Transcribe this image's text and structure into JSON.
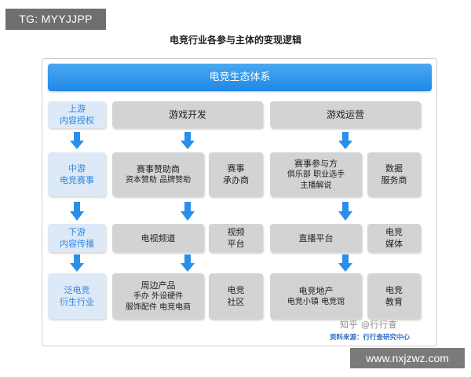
{
  "watermark_top_left": "TG: MYYJJPP",
  "watermark_bottom_right": "www.nxjzwz.com",
  "watermark_zhihu": "知乎 @行行查",
  "title": "电竞行业各参与主体的变现逻辑",
  "banner": "电竞生态体系",
  "rows": {
    "upstream": {
      "label_line1": "上游",
      "label_line2": "内容授权",
      "col_a": "游戏开发",
      "col_b": "游戏运营"
    },
    "midstream": {
      "label_line1": "中游",
      "label_line2": "电竞赛事",
      "box1_title": "赛事赞助商",
      "box1_sub": "资本赞助  品牌赞助",
      "box2_line1": "赛事",
      "box2_line2": "承办商",
      "box3_title": "赛事参与方",
      "box3_sub1": "俱乐部   职业选手",
      "box3_sub2": "主播解说",
      "box4_line1": "数据",
      "box4_line2": "服务商"
    },
    "downstream": {
      "label_line1": "下游",
      "label_line2": "内容传播",
      "box1": "电视频道",
      "box2_line1": "视频",
      "box2_line2": "平台",
      "box3": "直播平台",
      "box4_line1": "电竞",
      "box4_line2": "媒体"
    },
    "derivative": {
      "label_line1": "泛电竞",
      "label_line2": "衍生行业",
      "box1_title": "周边产品",
      "box1_sub1": "手办  外设硬件",
      "box1_sub2": "服饰配件  电竞电商",
      "box2_line1": "电竞",
      "box2_line2": "社区",
      "box3_title": "电竞地产",
      "box3_sub": "电竞小镇  电竞馆",
      "box4_line1": "电竞",
      "box4_line2": "教育"
    }
  },
  "source": "资料来源：行行查研究中心",
  "colors": {
    "banner": "#2a8fe8",
    "arrow": "#2a8fe8",
    "left_label_bg": "#dde9f7",
    "left_label_text": "#2e86e0",
    "cell_bg": "#d3d3d3"
  }
}
